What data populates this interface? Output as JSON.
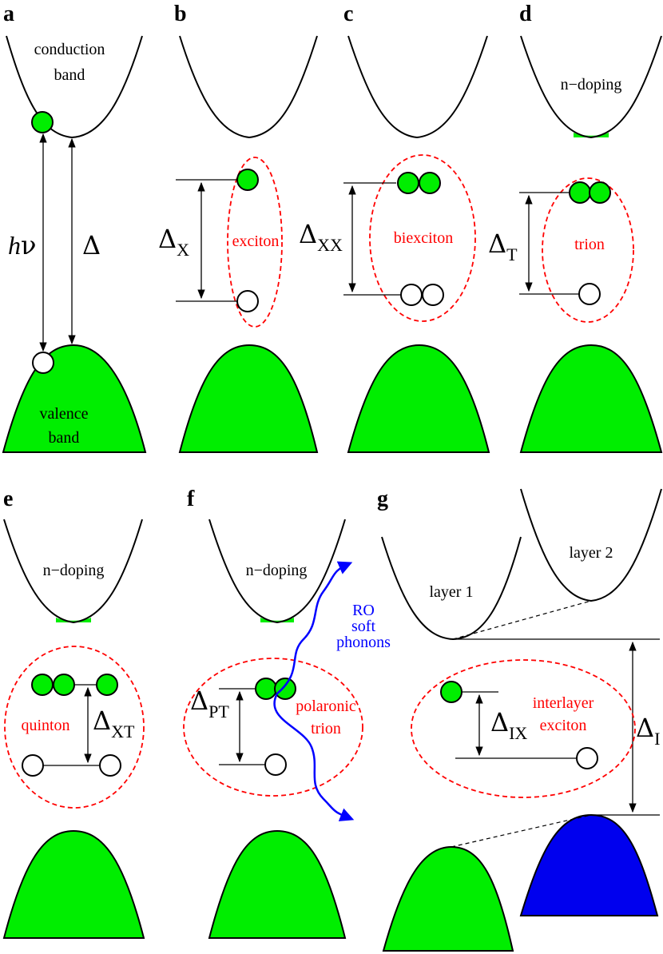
{
  "panels": {
    "a": {
      "label": "a",
      "conduction": "conduction",
      "band1": "band",
      "valence": "valence",
      "band2": "band",
      "hnu_h": "h",
      "hnu_nu": "ν",
      "delta": "Δ"
    },
    "b": {
      "label": "b",
      "delta": "Δ",
      "sub": "X",
      "name": "exciton"
    },
    "c": {
      "label": "c",
      "delta": "Δ",
      "sub": "XX",
      "name": "biexciton"
    },
    "d": {
      "label": "d",
      "doping": "n−doping",
      "delta": "Δ",
      "sub": "T",
      "name": "trion"
    },
    "e": {
      "label": "e",
      "doping": "n−doping",
      "delta": "Δ",
      "sub": "XT",
      "name": "quinton"
    },
    "f": {
      "label": "f",
      "doping": "n−doping",
      "delta": "Δ",
      "sub": "PT",
      "name1": "polaronic",
      "name2": "trion",
      "ro1": "RO",
      "ro2": "soft",
      "ro3": "phonons"
    },
    "g": {
      "label": "g",
      "layer1": "layer 1",
      "layer2": "layer 2",
      "delta_ix": "Δ",
      "sub_ix": "IX",
      "delta_i": "Δ",
      "sub_i": "I",
      "name1": "interlayer",
      "name2": "exciton"
    }
  },
  "colors": {
    "electron": "#00ee00",
    "valence_band": "#00ee00",
    "layer2_band": "#0000ee",
    "annotation_red": "#ff0000",
    "phonon_blue": "#0000ff"
  }
}
